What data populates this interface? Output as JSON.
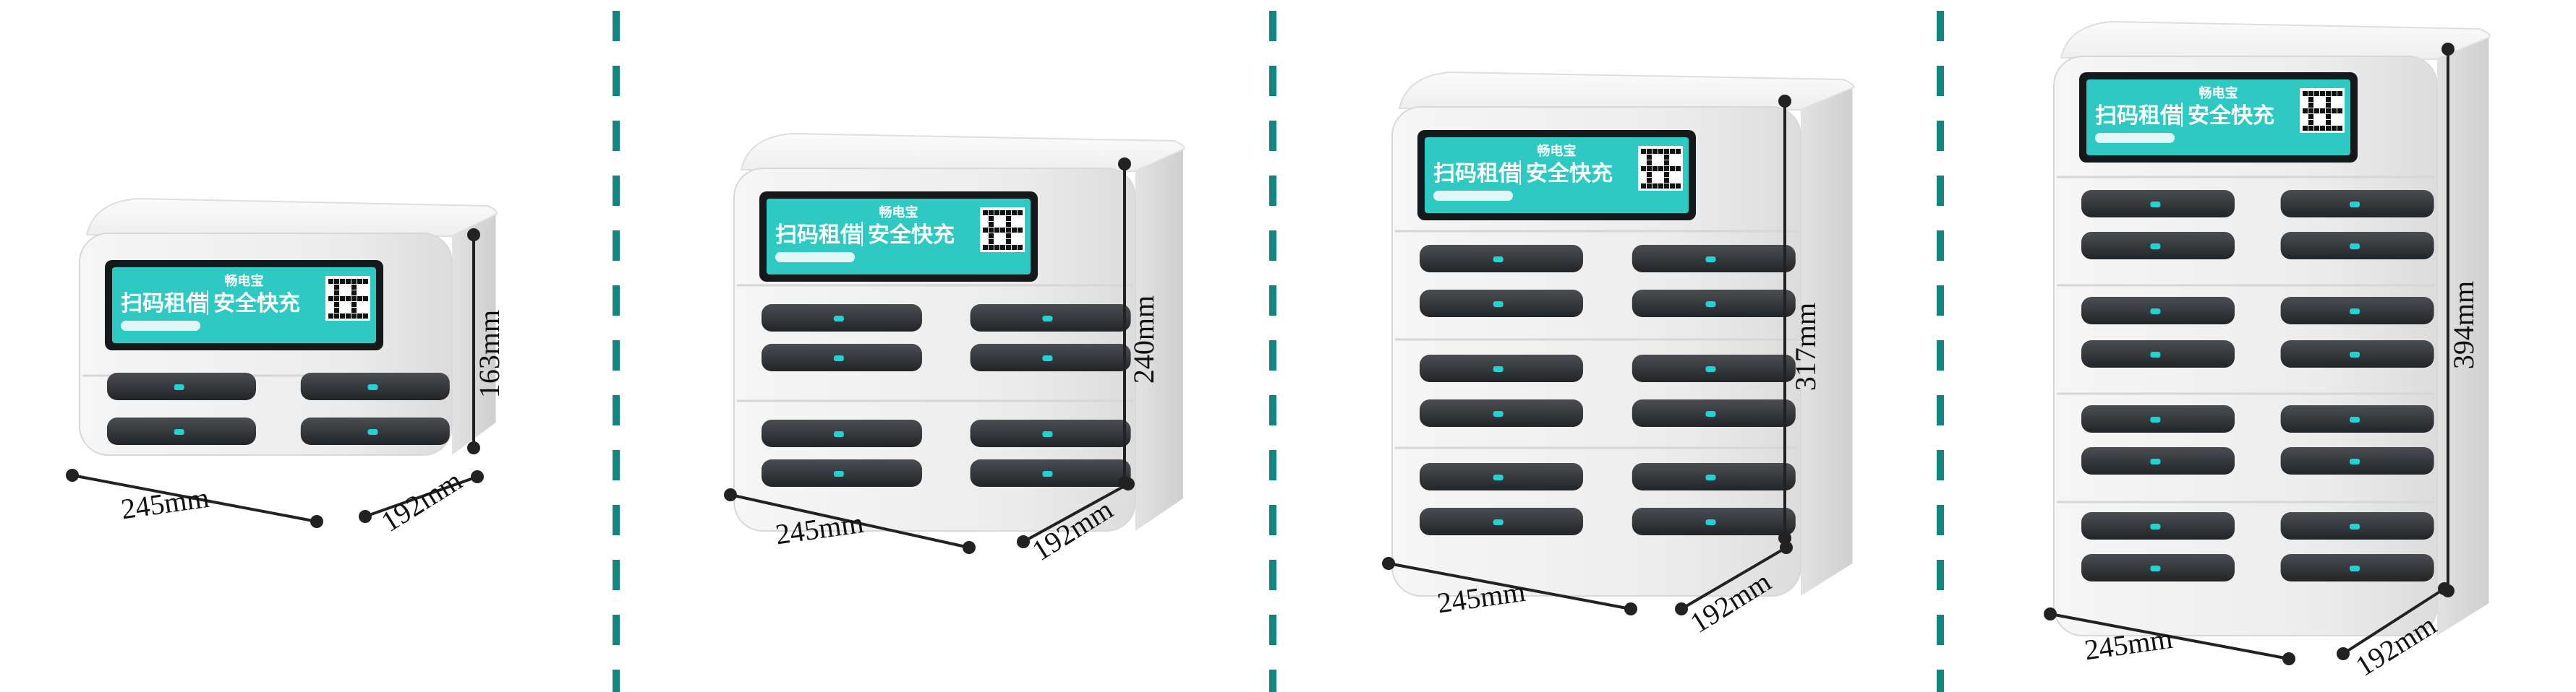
{
  "colors": {
    "divider": "#138580",
    "screen_teal": "#2fc9c4",
    "screen_frame": "#15191c",
    "body_white": "#eeeeee",
    "slot_black": "#2a2d30",
    "indicator": "#20d2d2",
    "dimension_line": "#222222"
  },
  "stations": [
    {
      "slots": 4,
      "screen": {
        "logo": "畅电宝",
        "slogan_left": "扫码租借",
        "slogan_right": "安全快充"
      },
      "dimensions": {
        "width": "245mm",
        "depth": "192mm",
        "height": "163mm"
      }
    },
    {
      "slots": 8,
      "screen": {
        "logo": "畅电宝",
        "slogan_left": "扫码租借",
        "slogan_right": "安全快充"
      },
      "dimensions": {
        "width": "245mm",
        "depth": "192mm",
        "height": "240mm"
      }
    },
    {
      "slots": 12,
      "screen": {
        "logo": "畅电宝",
        "slogan_left": "扫码租借",
        "slogan_right": "安全快充"
      },
      "dimensions": {
        "width": "245mm",
        "depth": "192mm",
        "height": "317mm"
      }
    },
    {
      "slots": 16,
      "screen": {
        "logo": "畅电宝",
        "slogan_left": "扫码租借",
        "slogan_right": "安全快充"
      },
      "dimensions": {
        "width": "245mm",
        "depth": "192mm",
        "height": "394mm"
      }
    }
  ]
}
